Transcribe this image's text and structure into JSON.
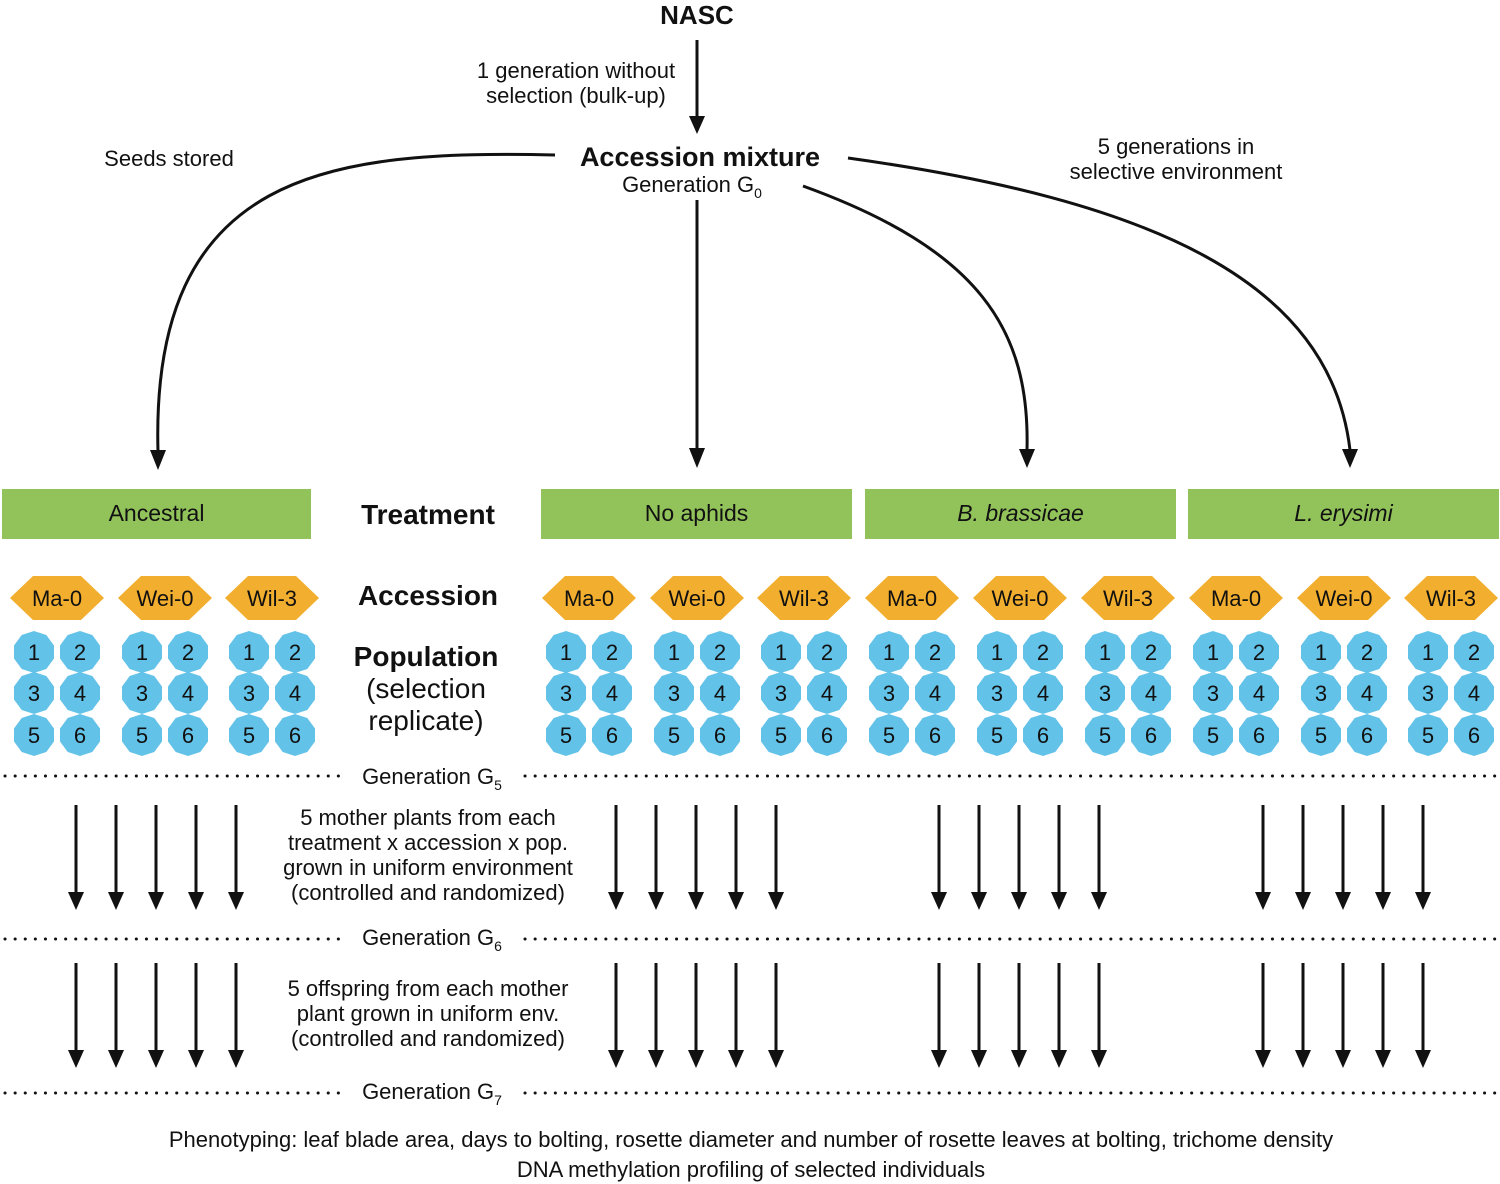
{
  "top": {
    "nasc": "NASC",
    "bulk_up_line1": "1 generation without",
    "bulk_up_line2": "selection (bulk-up)",
    "mixture_title": "Accession mixture",
    "mixture_gen": "Generation G",
    "mixture_gen_sub": "0",
    "seeds_stored": "Seeds stored",
    "selective_line1": "5 generations in",
    "selective_line2": "selective environment"
  },
  "row_labels": {
    "treatment": "Treatment",
    "accession": "Accession",
    "population": "Population",
    "population_sub1": "(selection",
    "population_sub2": "replicate)"
  },
  "treatments": [
    {
      "label": "Ancestral",
      "italic": false
    },
    {
      "label": "No aphids",
      "italic": false
    },
    {
      "label": "B. brassicae",
      "italic": true
    },
    {
      "label": "L. erysimi",
      "italic": true
    }
  ],
  "accessions": [
    "Ma-0",
    "Wei-0",
    "Wil-3"
  ],
  "populations": [
    "1",
    "2",
    "3",
    "4",
    "5",
    "6"
  ],
  "generations": {
    "g5": {
      "text": "Generation G",
      "sub": "5"
    },
    "g6": {
      "text": "Generation G",
      "sub": "6"
    },
    "g7": {
      "text": "Generation G",
      "sub": "7"
    }
  },
  "mother_plants": [
    "5 mother plants from each",
    "treatment x accession x pop.",
    "grown in uniform environment",
    "(controlled and randomized)"
  ],
  "offspring": [
    "5 offspring from each mother",
    "plant grown in uniform env.",
    "(controlled and randomized)"
  ],
  "footer": {
    "line1": "Phenotyping: leaf blade area, days to bolting, rosette diameter and number of rosette leaves at bolting, trichome density",
    "line2": "DNA methylation profiling of selected individuals"
  },
  "colors": {
    "treatment_box": "#92c35b",
    "accession_hex": "#f2ae2e",
    "population_octagon": "#63c2e8",
    "line": "#111111"
  }
}
